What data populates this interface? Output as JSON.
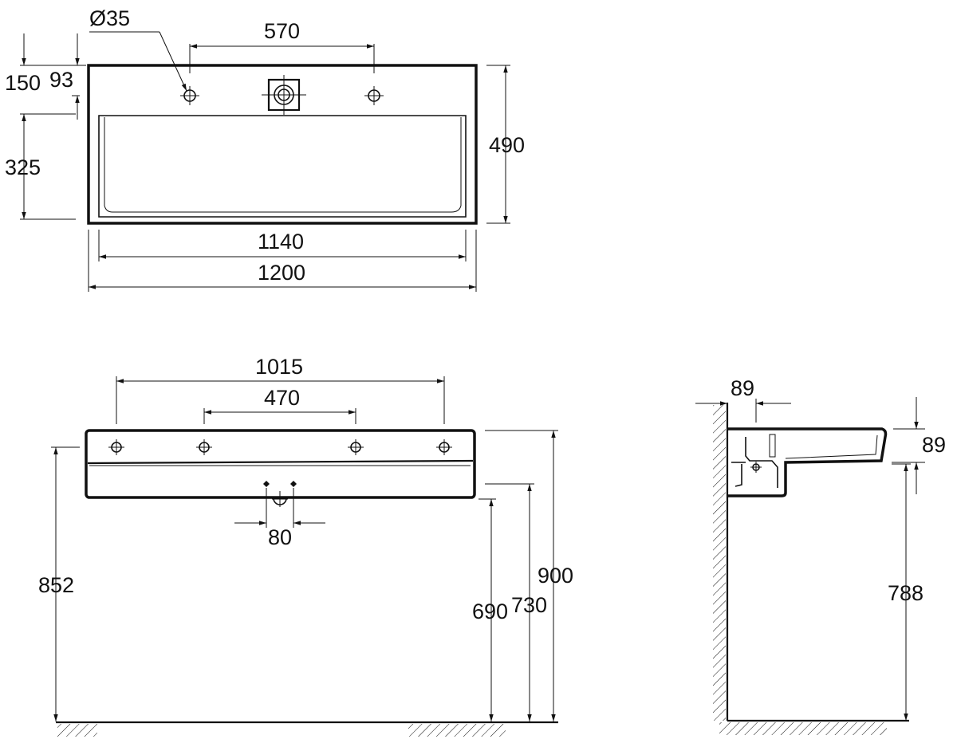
{
  "top_view": {
    "hole_diameter": "Ø35",
    "tap_spacing": "570",
    "edge_to_holes": "93",
    "edge_to_bowl": "150",
    "bowl_depth": "325",
    "total_depth": "490",
    "inner_width": "1140",
    "total_width": "1200"
  },
  "front_view": {
    "outer_fixings": "1015",
    "inner_fixings": "470",
    "waste_fixings": "80",
    "fixing_height": "852",
    "top_height": "900",
    "waste_height_upper": "730",
    "waste_height_lower": "690"
  },
  "side_view": {
    "wall_offset": "89",
    "rim_thickness": "89",
    "underside_height": "788"
  },
  "colors": {
    "line": "#111111",
    "background": "#ffffff"
  }
}
